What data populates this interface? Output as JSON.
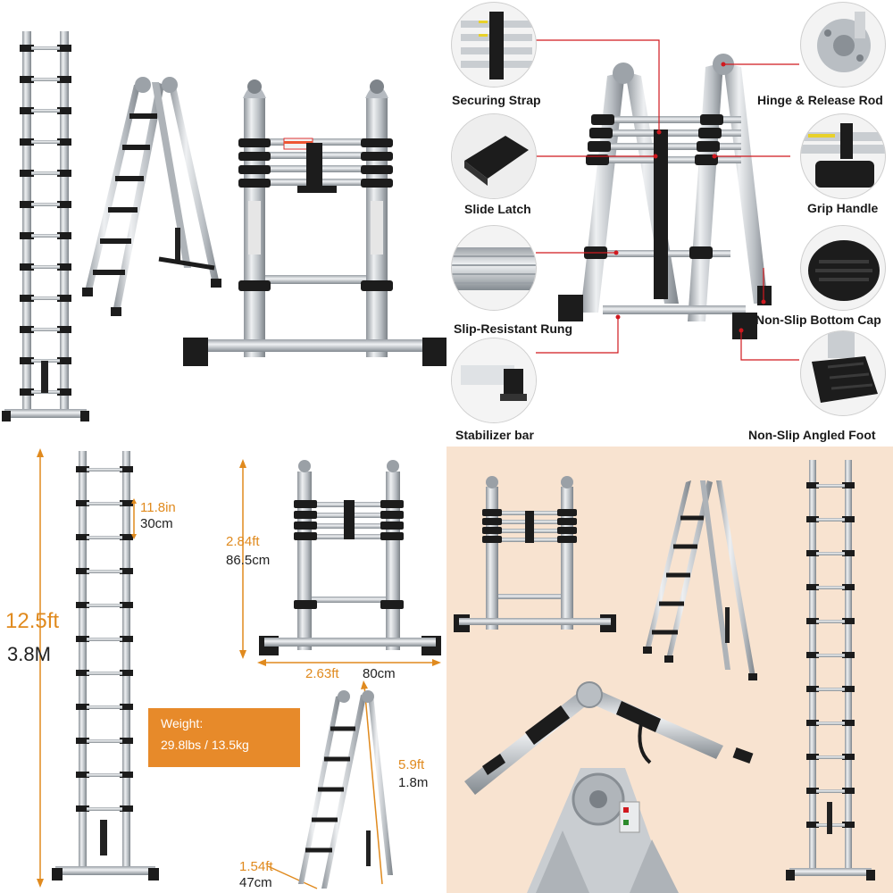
{
  "panel2": {
    "labels": {
      "securing_strap": "Securing Strap",
      "hinge_release_rod": "Hinge & Release Rod",
      "slide_latch": "Slide Latch",
      "grip_handle": "Grip Handle",
      "slip_resistant_rung": "Slip-Resistant Rung",
      "non_slip_bottom_cap": "Non-Slip Bottom Cap",
      "stabilizer_bar": "Stabilizer bar",
      "non_slip_angled_foot": "Non-Slip Angled Foot"
    }
  },
  "panel3": {
    "rung_spacing_ft": "11.8in",
    "rung_spacing_cm": "30cm",
    "full_height_ft": "12.5ft",
    "full_height_m": "3.8M",
    "a_frame_height_ft": "2.84ft",
    "a_frame_height_cm": "86.5cm",
    "base_width_ft": "2.63ft",
    "base_width_cm": "80cm",
    "weight_title": "Weight:",
    "weight_value": "29.8lbs / 13.5kg",
    "a_height_ft": "5.9ft",
    "a_height_m": "1.8m",
    "a_base_ft": "1.54ft",
    "a_base_cm": "47cm"
  },
  "colors": {
    "accent": "#e08a1e",
    "aluminum": "#c9cdd1",
    "rubber": "#1c1c1c",
    "panel4_bg": "#f8e3d0",
    "callout_line": "#d0191f"
  }
}
